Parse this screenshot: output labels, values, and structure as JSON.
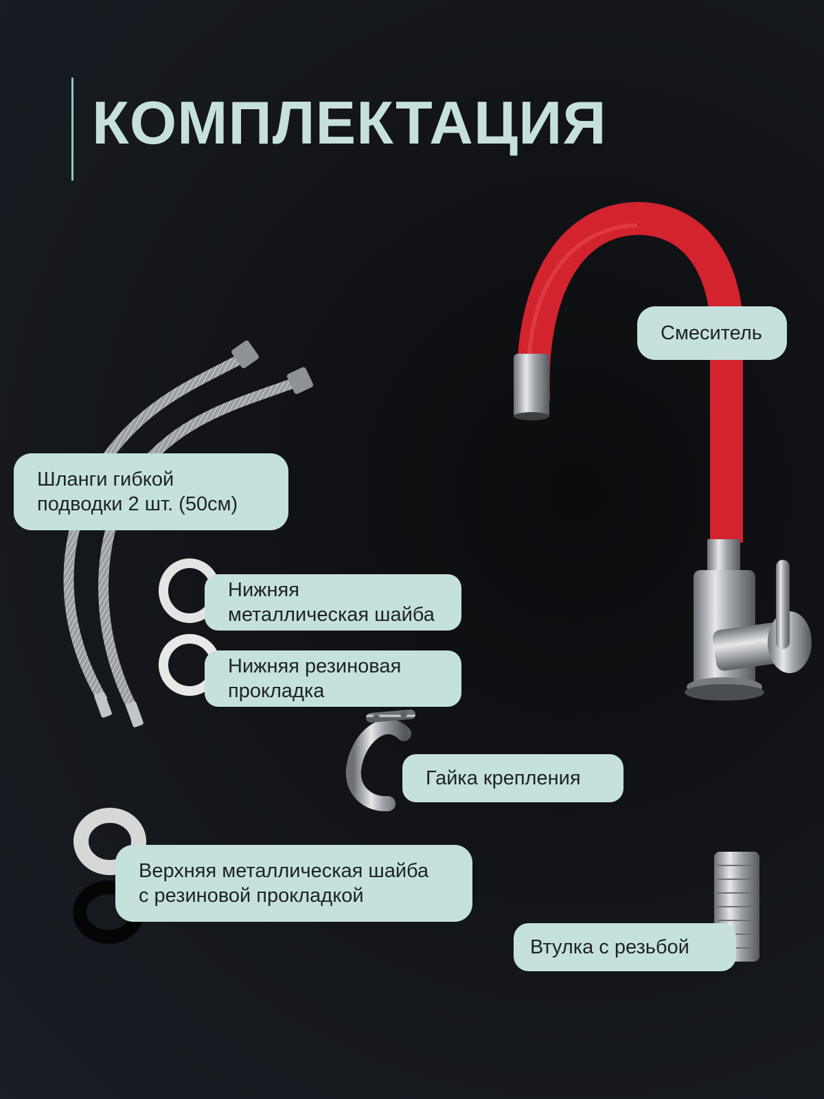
{
  "title": "КОМПЛЕКТАЦИЯ",
  "items": {
    "faucet": {
      "label": "Смеситель"
    },
    "hoses": {
      "line1": "Шланги гибкой",
      "line2": "подводки 2 шт. (50см)"
    },
    "lower_metal_washer": {
      "line1": "Нижняя",
      "line2": "металлическая шайба"
    },
    "lower_rubber_gasket": {
      "line1": "Нижняя резиновая",
      "line2": "прокладка"
    },
    "fixing_nut": {
      "label": "Гайка крепления"
    },
    "upper_washer": {
      "line1": "Верхняя металлическая шайба",
      "line2": "с резиновой прокладкой"
    },
    "threaded_sleeve": {
      "label": "Втулка с резьбой"
    }
  },
  "colors": {
    "accent": "#8fc9c0",
    "title": "#c6e1dc",
    "pill_bg": "#c5e1dc",
    "pill_text": "#1d2226",
    "spout": "#d3232f",
    "metal": "#b8bcc0"
  },
  "icons": [
    "faucet-icon",
    "hose-icon",
    "washer-icon",
    "gasket-icon",
    "nut-icon",
    "sleeve-icon"
  ]
}
